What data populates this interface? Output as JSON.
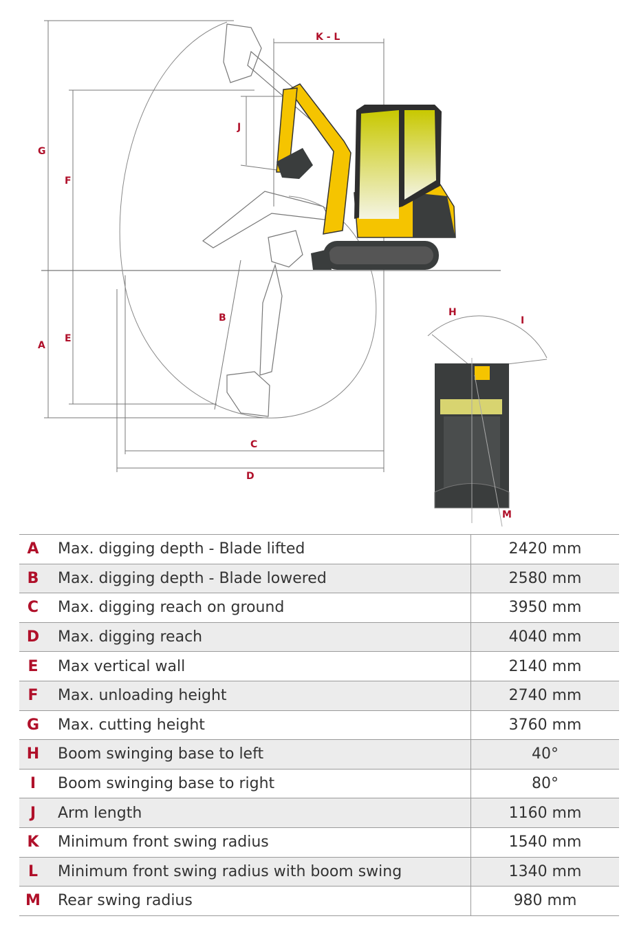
{
  "diagram": {
    "labels": {
      "A": "A",
      "B": "B",
      "C": "C",
      "D": "D",
      "E": "E",
      "F": "F",
      "G": "G",
      "H": "H",
      "I": "I",
      "J": "J",
      "KL": "K - L",
      "M": "M"
    },
    "colors": {
      "machine_yellow": "#f5c400",
      "machine_dark": "#3a3d3d",
      "label_red": "#b0102a",
      "line_gray": "#777777"
    }
  },
  "specs": [
    {
      "letter": "A",
      "description": "Max. digging depth - Blade lifted",
      "value": "2420 mm"
    },
    {
      "letter": "B",
      "description": "Max. digging depth - Blade lowered",
      "value": "2580 mm"
    },
    {
      "letter": "C",
      "description": "Max. digging reach on ground",
      "value": "3950 mm"
    },
    {
      "letter": "D",
      "description": "Max. digging reach",
      "value": "4040 mm"
    },
    {
      "letter": "E",
      "description": "Max vertical wall",
      "value": "2140 mm"
    },
    {
      "letter": "F",
      "description": "Max. unloading height",
      "value": "2740 mm"
    },
    {
      "letter": "G",
      "description": "Max. cutting height",
      "value": "3760 mm"
    },
    {
      "letter": "H",
      "description": "Boom swinging base to left",
      "value": "40°"
    },
    {
      "letter": "I",
      "description": "Boom swinging base to right",
      "value": "80°"
    },
    {
      "letter": "J",
      "description": "Arm length",
      "value": "1160 mm"
    },
    {
      "letter": "K",
      "description": "Minimum front swing radius",
      "value": "1540 mm"
    },
    {
      "letter": "L",
      "description": "Minimum front swing radius with boom swing",
      "value": "1340 mm"
    },
    {
      "letter": "M",
      "description": "Rear swing radius",
      "value": "980 mm"
    }
  ]
}
